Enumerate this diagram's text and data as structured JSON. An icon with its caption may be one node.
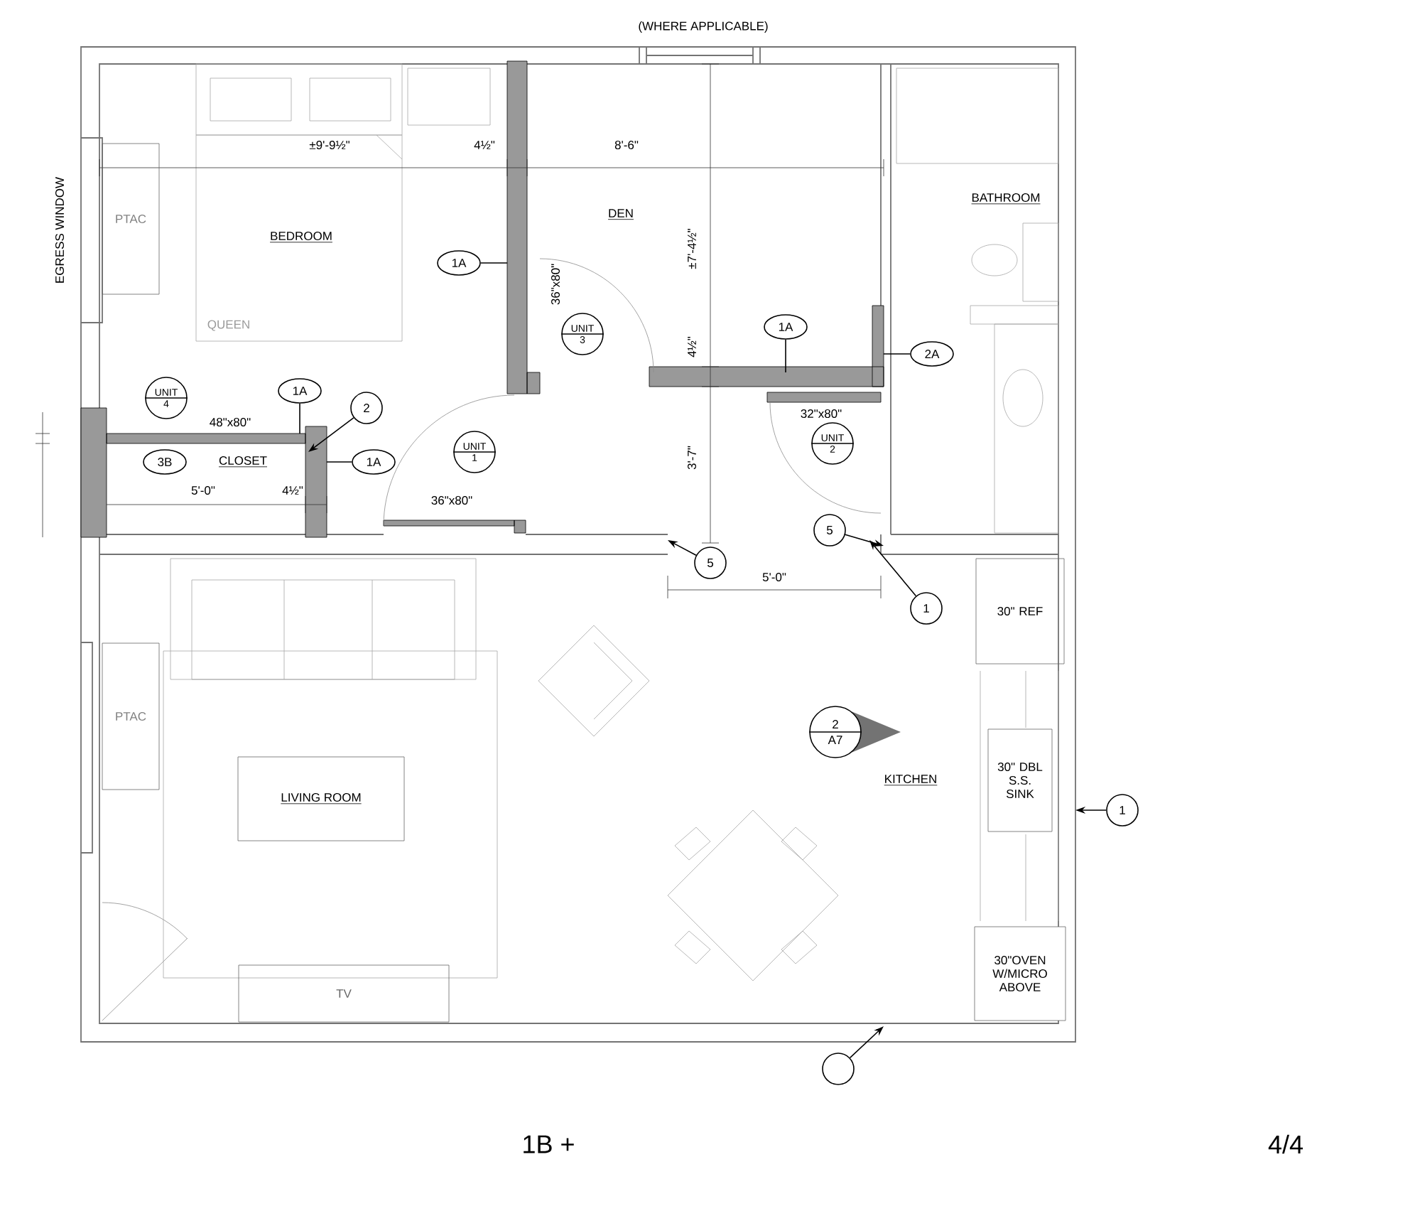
{
  "diagram": {
    "nodes": [
      {
        "text": [
          "1A"
        ]
      },
      {
        "text": [
          "UNIT",
          "3"
        ]
      },
      {
        "text": [
          "1A"
        ]
      },
      {
        "text": [
          "2A"
        ]
      },
      {
        "text": [
          "UNIT",
          "4"
        ]
      },
      {
        "text": [
          "1A"
        ]
      },
      {
        "text": [
          "2"
        ]
      },
      {
        "text": [
          "3B"
        ]
      },
      {
        "text": [
          "1A"
        ]
      },
      {
        "text": [
          "UNIT",
          "1"
        ]
      },
      {
        "text": [
          "UNIT",
          "2"
        ]
      },
      {
        "text": [
          "5"
        ]
      },
      {
        "text": [
          "5"
        ]
      },
      {
        "text": [
          "1"
        ]
      },
      {
        "text": [
          "2",
          "A7"
        ]
      },
      {
        "text": [
          "1"
        ]
      },
      {
        "text": [],
        "shape": "circle"
      },
      {
        "text": [
          "PTAC"
        ]
      },
      {
        "text": [
          "PTAC"
        ]
      },
      {
        "text": [
          "LIVING ROOM"
        ]
      },
      {
        "text": [
          "TV"
        ]
      },
      {
        "text": [
          "30\" REF"
        ]
      },
      {
        "text": [
          "30\" DBL S.S. SINK"
        ]
      },
      {
        "text": [
          "30\"OVEN W/MICRO ABOVE"
        ]
      }
    ],
    "edges": [
      {
        "from": 0,
        "to": null,
        "arrow": "none"
      },
      {
        "from": 2,
        "to": null,
        "arrow": "none"
      },
      {
        "from": 3,
        "to": null,
        "arrow": "none"
      },
      {
        "from": 5,
        "to": null,
        "arrow": "none"
      },
      {
        "from": 6,
        "to": null,
        "arrow": "to"
      },
      {
        "from": 8,
        "to": null,
        "arrow": "none"
      },
      {
        "from": 11,
        "to": null,
        "arrow": "to"
      },
      {
        "from": 12,
        "to": null,
        "arrow": "to"
      },
      {
        "from": 13,
        "to": null,
        "arrow": "to"
      },
      {
        "from": 15,
        "to": null,
        "arrow": "to"
      },
      {
        "from": 16,
        "to": null,
        "arrow": "to"
      }
    ],
    "labels": [
      "(WHERE APPLICABLE)",
      "EGRESS WINDOW",
      "±9'-9½\"",
      "4½\"",
      "8'-6\"",
      "BEDROOM",
      "DEN",
      "BATHROOM",
      "±7'-4½\"",
      "QUEEN",
      "36\"x80\"",
      "4½\"",
      "48\"x80\"",
      "CLOSET",
      "5'-0\"",
      "4½\"",
      "36\"x80\"",
      "32\"x80\"",
      "3'-7\"",
      "5'-0\"",
      "KITCHEN",
      "1B +",
      "4/4"
    ]
  }
}
